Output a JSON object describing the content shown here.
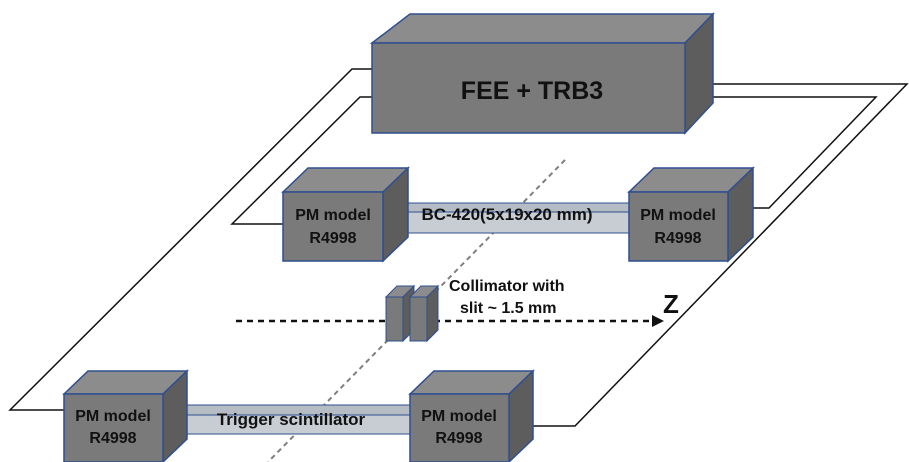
{
  "colors": {
    "box_front": "#7a7a7a",
    "box_top": "#8c8c8c",
    "box_side": "#5d5d5d",
    "box_edge": "#2f4f8f",
    "scintillator": "#c8cdd4",
    "wire": "#111111",
    "axis_dash": "#111111",
    "diag_dash": "#7f7f7f"
  },
  "icons": {
    "z_arrow": "arrowhead"
  },
  "electronics": {
    "label": "FEE + TRB3"
  },
  "detector": {
    "pm_left": {
      "line1": "PM model",
      "line2": "R4998"
    },
    "pm_right": {
      "line1": "PM model",
      "line2": "R4998"
    },
    "scintillator_label": "BC-420(5x19x20 mm)"
  },
  "trigger": {
    "pm_left": {
      "line1": "PM model",
      "line2": "R4998"
    },
    "pm_right": {
      "line1": "PM model",
      "line2": "R4998"
    },
    "scintillator_label": "Trigger scintillator"
  },
  "collimator": {
    "line1": "Collimator with",
    "line2": "slit ~ 1.5 mm"
  },
  "axis": {
    "label": "Z"
  }
}
